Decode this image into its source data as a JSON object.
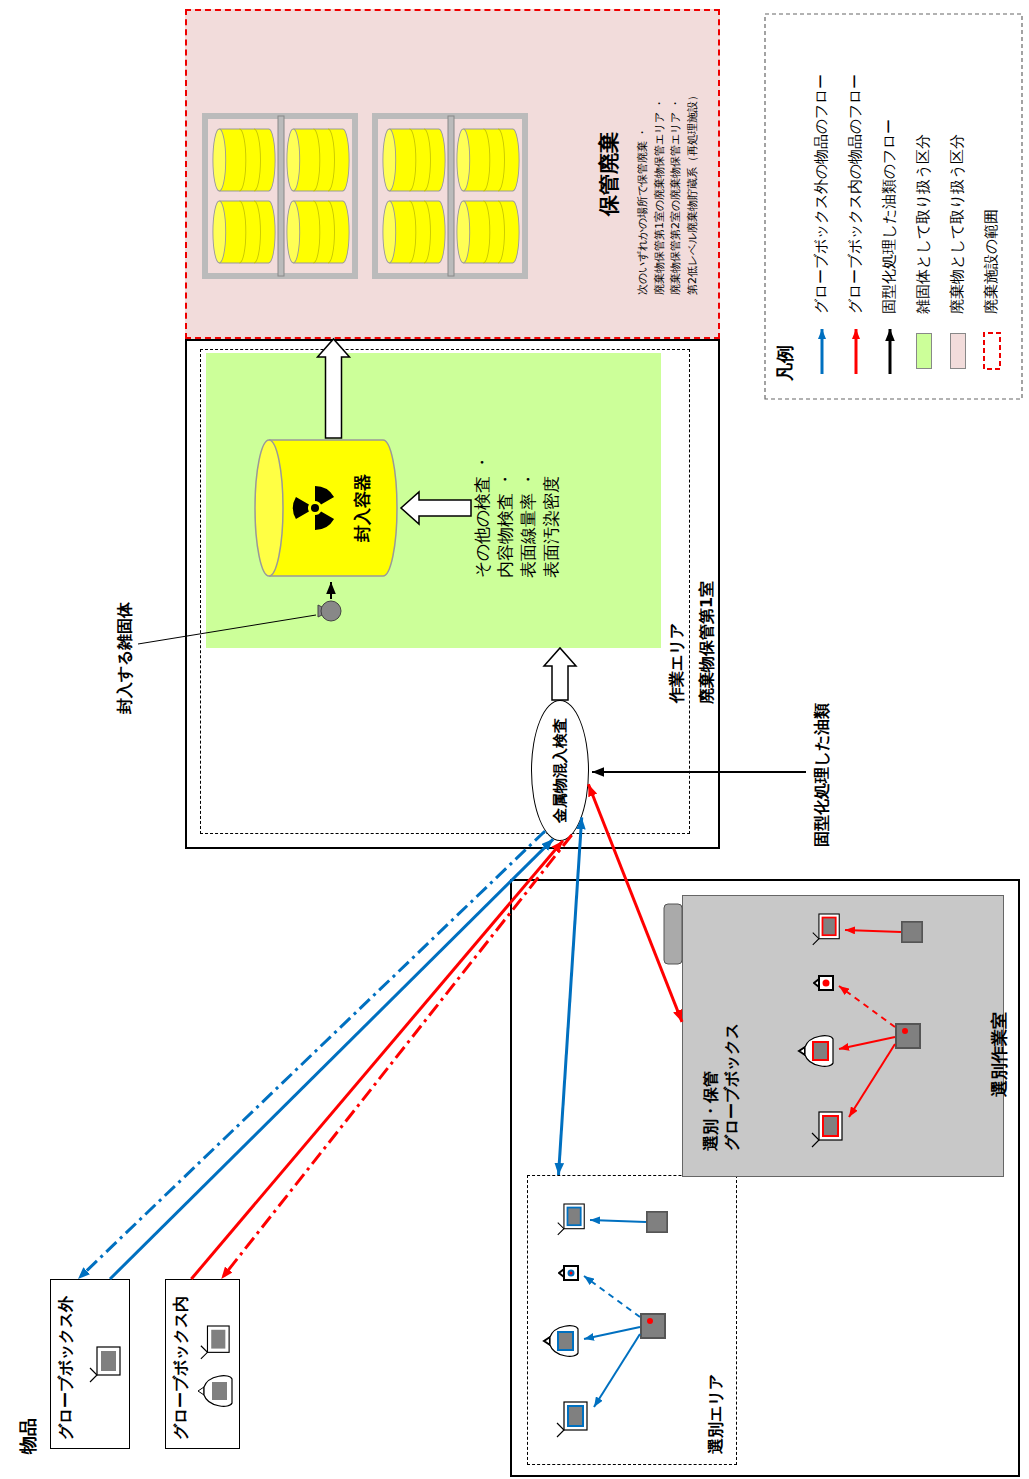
{
  "diagram": {
    "nodes": [
      {
        "text": [
          "グローブボックス外"
        ]
      },
      {
        "text": [
          "グローブボックス内"
        ]
      },
      {
        "text": [
          "選別作業室"
        ]
      },
      {
        "text": [
          "選別エリア"
        ],
        "in": 2
      },
      {
        "text": [
          "選別・保管 グローブボックス"
        ],
        "in": 2
      },
      {
        "text": [
          "廃棄物保管第1室"
        ]
      },
      {
        "text": [
          "作業エリア"
        ],
        "in": 5
      },
      {
        "text": [
          "金属物混入検査"
        ],
        "in": 6
      },
      {
        "text": [
          "その他の検査 ・内容物検査 ・表面線量率 ・表面汚染密度"
        ],
        "in": 6
      },
      {
        "text": [
          "封入容器"
        ],
        "in": 8
      },
      {
        "text": [
          "保管廃棄",
          "次のいずれかの場所で保管廃棄 ・廃棄物保管第1室の廃棄物保管エリア ・廃棄物保管第2室の廃棄物保管エリア ・第2低レベル廃棄物貯蔵系（再処理施設）"
        ]
      }
    ],
    "edges": [
      {
        "from": 0,
        "to": 7,
        "arrow": "to"
      },
      {
        "from": 7,
        "to": 0,
        "arrow": "to"
      },
      {
        "from": 1,
        "to": 7,
        "arrow": "to"
      },
      {
        "from": 7,
        "to": 1,
        "arrow": "to"
      },
      {
        "from": 7,
        "to": 3,
        "arrow": "both"
      },
      {
        "from": 7,
        "to": 4,
        "arrow": "both"
      },
      {
        "from": 7,
        "to": 8,
        "arrow": "to"
      },
      {
        "from": 8,
        "to": 9,
        "arrow": "to"
      },
      {
        "from": 9,
        "to": 10,
        "arrow": "to"
      }
    ],
    "labels": [
      "物品",
      "封入する雑固体",
      "固型化処理した油類",
      "凡例"
    ],
    "legend": [
      {
        "text": "グローブボックス外の物品のフロー"
      },
      {
        "text": "グローブボックス内の物品のフロー"
      },
      {
        "text": "固型化処理した油類のフロー"
      },
      {
        "text": "雑固体として取り扱う区分",
        "color": "#ccff99"
      },
      {
        "text": "廃棄物として取り扱う区分",
        "color": "#f2dcdb"
      },
      {
        "text": "廃棄施設の範囲"
      }
    ]
  }
}
